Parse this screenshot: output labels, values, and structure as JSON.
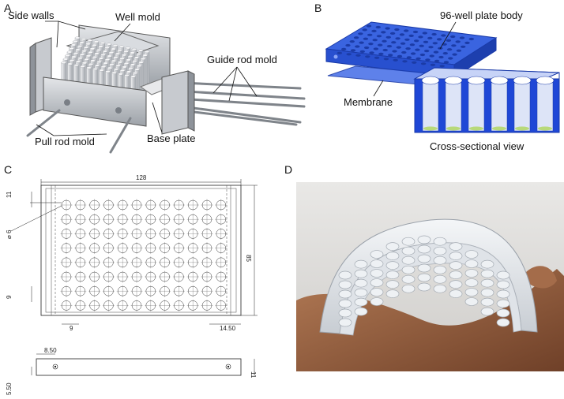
{
  "panels": {
    "a": {
      "letter": "A",
      "labels": {
        "side_walls": "Side walls",
        "well_mold": "Well mold",
        "guide_rod_mold": "Guide rod mold",
        "pull_rod_mold": "Pull rod mold",
        "base_plate": "Base plate"
      }
    },
    "b": {
      "letter": "B",
      "labels": {
        "plate_body": "96-well plate body",
        "membrane": "Membrane",
        "cross_section": "Cross-sectional view"
      }
    },
    "c": {
      "letter": "C",
      "dims": {
        "width": "128",
        "height": "85",
        "top_offset": "11",
        "diameter": "⌀ 6",
        "pitch_v": "9",
        "pitch_h": "9",
        "right_offset": "14.50",
        "side_hole": "8.50",
        "side_height": "11",
        "side_bottom": "5.50"
      }
    },
    "d": {
      "letter": "D"
    }
  },
  "colors": {
    "mold_gray": "#bfc3c8",
    "plate_blue": "#2b56d8",
    "plate_dark": "#1a3aa8"
  }
}
